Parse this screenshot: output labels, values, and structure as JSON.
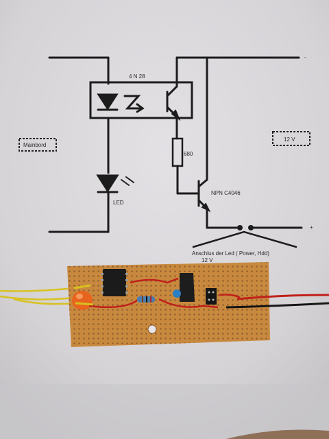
{
  "photo": {
    "chip_label": "4 N 28",
    "board_label": "Mainbord",
    "supply_label": "12 V",
    "resistor_label": "680",
    "transistor_label": "NPN C4046",
    "led_label": "LED",
    "minus_label": "-",
    "plus_label": "+",
    "connection_label": "Anschlus der Led ( Power, Hdd)",
    "connection_voltage": "12 V"
  },
  "colors": {
    "paper": "#dcdadd",
    "ink": "#1c1c1c",
    "board": "#c88a45",
    "wire_red": "#c0201a",
    "wire_yellow": "#d8c21e",
    "wire_black": "#151515"
  }
}
